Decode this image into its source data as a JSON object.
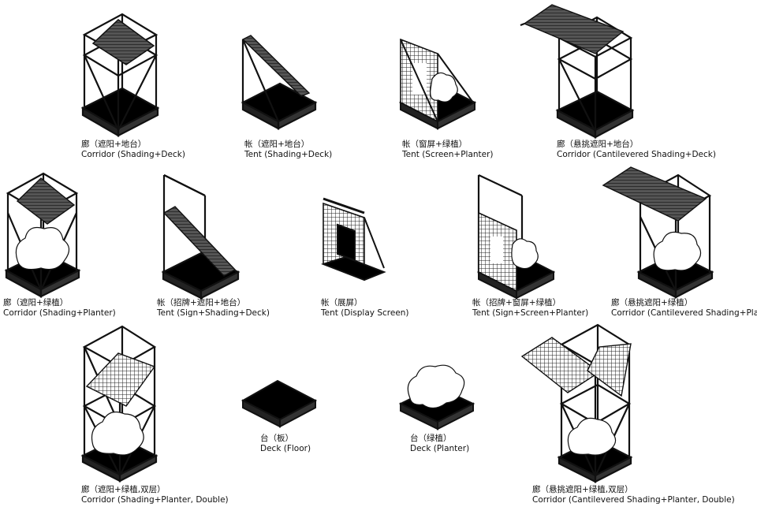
{
  "modules": [
    {
      "zh": "廊（遮阳+地台）",
      "en": "Corridor (Shading+Deck)"
    },
    {
      "zh": "帐（遮阳+地台）",
      "en": "Tent (Shading+Deck)"
    },
    {
      "zh": "帐（窗屏+绿植）",
      "en": "Tent (Screen+Planter)"
    },
    {
      "zh": "廊（悬挑遮阳+地台）",
      "en": "Corridor (Cantilevered Shading+Deck)"
    },
    {
      "zh": "廊（遮阳+绿植）",
      "en": "Corridor (Shading+Planter)"
    },
    {
      "zh": "帐（招牌+遮阳+地台）",
      "en": "Tent (Sign+Shading+Deck)"
    },
    {
      "zh": "帐（展屏）",
      "en": "Tent (Display Screen)"
    },
    {
      "zh": "帐（招牌+窗屏+绿植）",
      "en": "Tent (Sign+Screen+Planter)"
    },
    {
      "zh": "廊（悬挑遮阳+绿植）",
      "en": "Corridor (Cantilevered Shading+Planter)"
    },
    {
      "zh": "廊（遮阳+绿植,双层）",
      "en": "Corridor (Shading+Planter, Double)"
    },
    {
      "zh": "台（板）",
      "en": "Deck (Floor)"
    },
    {
      "zh": "台（绿植）",
      "en": "Deck (Planter)"
    },
    {
      "zh": "廊（悬挑遮阳+绿植,双层）",
      "en": "Corridor (Cantilevered Shading+Planter, Double)"
    }
  ]
}
